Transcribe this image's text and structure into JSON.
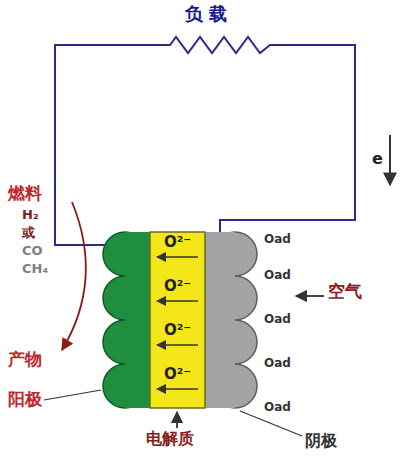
{
  "diagram": {
    "nodes": [
      {
        "text": [
          "O²⁻",
          "O²⁻",
          "O²⁻",
          "O²⁻"
        ]
      }
    ],
    "labels": [
      "负 载",
      "e",
      "燃料",
      "H₂",
      "或",
      "CO",
      "CH₄",
      "产物",
      "空气",
      "Oad",
      "Oad",
      "Oad",
      "Oad",
      "Oad",
      "阳极",
      "电解质",
      "阴极"
    ]
  }
}
